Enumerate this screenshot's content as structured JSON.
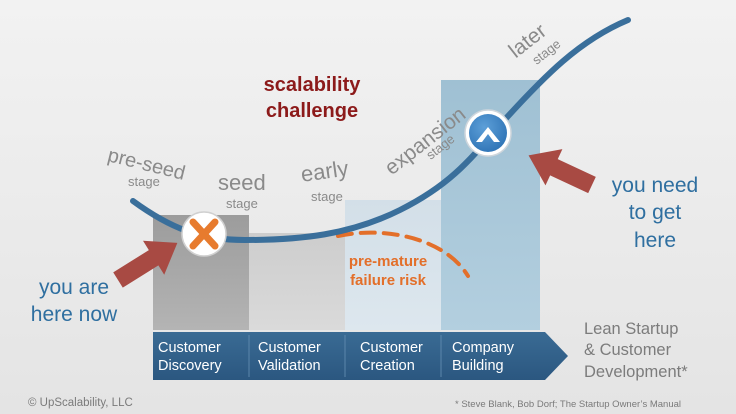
{
  "stages": [
    {
      "label": "pre-seed",
      "sub": "stage"
    },
    {
      "label": "seed",
      "sub": "stage"
    },
    {
      "label": "early",
      "sub": "stage"
    },
    {
      "label": "expansion",
      "sub": "stage"
    },
    {
      "label": "later",
      "sub": "stage"
    }
  ],
  "title": {
    "line1": "scalability",
    "line2": "challenge"
  },
  "risk": {
    "line1": "pre-mature",
    "line2": "failure risk"
  },
  "you_are_here": {
    "line1": "you are",
    "line2": "here now"
  },
  "you_need": {
    "line1": "you need",
    "line2": "to get",
    "line3": "here"
  },
  "steps": [
    {
      "line1": "Customer",
      "line2": "Discovery"
    },
    {
      "line1": "Customer",
      "line2": "Validation"
    },
    {
      "line1": "Customer",
      "line2": "Creation"
    },
    {
      "line1": "Company",
      "line2": "Building"
    }
  ],
  "lean": {
    "line1": "Lean Startup",
    "line2": "& Customer",
    "line3": "Development*"
  },
  "footer": {
    "copyright": "© UpScalability, LLC",
    "source": "* Steve Blank, Bob Dorf; The Startup Owner’s Manual"
  },
  "colors": {
    "curve": "#3a6f9b",
    "band_arrow": "#2e5d86",
    "risk": "#e36f2a",
    "pointer_arrow": "#a84a43",
    "title": "#8c1a1a"
  },
  "icons": {
    "current": "x-mark-icon",
    "target": "chevron-up-icon"
  }
}
